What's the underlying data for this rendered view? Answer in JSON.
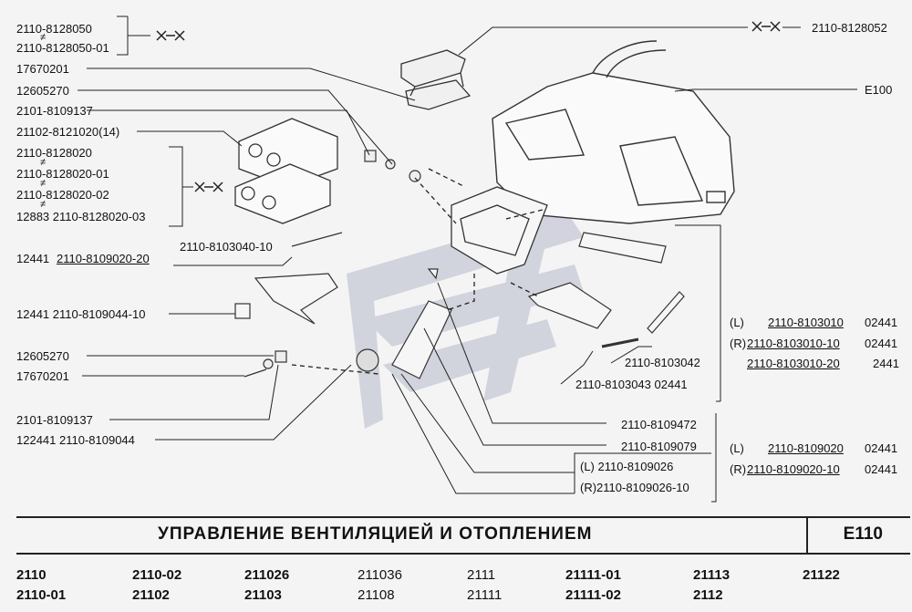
{
  "left_labels": {
    "l1": "2110-8128050",
    "l2": "2110-8128050-01",
    "l3": "17670201",
    "l4": "12605270",
    "l5": "2101-8109137",
    "l6": "21102-8121020(14)",
    "l7": "2110-8128020",
    "l8": "2110-8128020-01",
    "l9": "2110-8128020-02",
    "l10": "12883  2110-8128020-03",
    "l11_qty": "12441",
    "l11": "2110-8109020-20",
    "l12": "2110-8103040-10",
    "l13": "12441  2110-8109044-10",
    "l14": "12605270",
    "l15": "17670201",
    "l16": "2101-8109137",
    "l17": "122441  2110-8109044"
  },
  "right_labels": {
    "r_top": "2110-8128052",
    "r_e100": "E100",
    "g1_1_prefix": "(L)",
    "g1_1_code": "2110-8103010",
    "g1_1_qty": "02441",
    "g1_2_prefix": "(R)",
    "g1_2_code": "2110-8103010-10",
    "g1_2_qty": "02441",
    "g1_3_code": "2110-8103010-20",
    "g1_3_qty": "2441",
    "c1": "2110-8103042",
    "c2": "2110-8103043  02441",
    "c3": "2110-8109472",
    "c4": "2110-8109079",
    "c5": "(L)     2110-8109026",
    "c6": "(R)2110-8109026-10",
    "g2_1_prefix": "(L)",
    "g2_1_code": "2110-8109020",
    "g2_1_qty": "02441",
    "g2_2_prefix": "(R)",
    "g2_2_code": "2110-8109020-10",
    "g2_2_qty": "02441"
  },
  "title": {
    "text": "УПРАВЛЕНИЕ  ВЕНТИЛЯЦИЕЙ  И  ОТОПЛЕНИЕМ",
    "code": "E110"
  },
  "models": {
    "row1": [
      "2110",
      "2110-02",
      "211026",
      "211036",
      "2111",
      "21111-01",
      "21113",
      "21122"
    ],
    "row2": [
      "2110-01",
      "21102",
      "21103",
      "21108",
      "21111",
      "21111-02",
      "2112"
    ]
  },
  "neq_symbol": "≠"
}
